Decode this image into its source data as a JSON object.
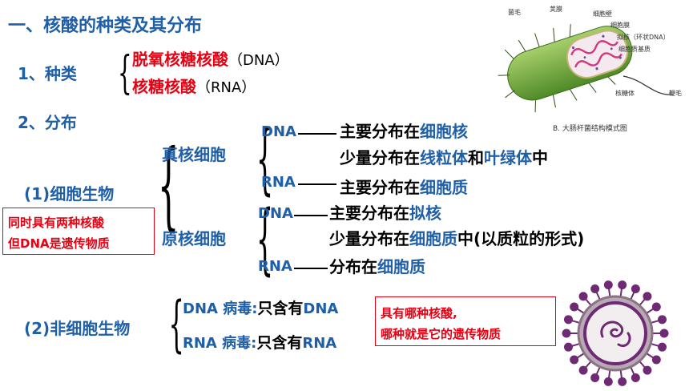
{
  "heading": "一、核酸的种类及其分布",
  "kinds": {
    "label": "1、种类",
    "dna_cn": "脱氧核糖核酸",
    "dna_abbr": "（DNA）",
    "rna_cn": "核糖核酸",
    "rna_abbr": "（RNA）"
  },
  "distribution": {
    "label": "2、分布",
    "cellular": "(1)细胞生物",
    "eukaryote": {
      "label": "真核细胞",
      "dna": "DNA",
      "dna_main_pre": "主要分布在",
      "dna_main_loc": "细胞核",
      "dna_minor_pre": "少量分布在",
      "dna_minor_loc1": "线粒体",
      "dna_minor_and": "和",
      "dna_minor_loc2": "叶绿体",
      "dna_minor_post": "中",
      "rna": "RNA",
      "rna_main_pre": "主要分布在",
      "rna_main_loc": "细胞质"
    },
    "prokaryote": {
      "label": "原核细胞",
      "dna": "DNA",
      "dna_main_pre": "主要分布在",
      "dna_main_loc": "拟核",
      "dna_minor_pre": "少量分布在",
      "dna_minor_loc": "细胞质",
      "dna_minor_post": "中(以质粒的形式)",
      "rna": "RNA",
      "rna_pre": "分布在",
      "rna_loc": "细胞质"
    },
    "note_cellular": [
      "同时具有两种核酸",
      "但DNA是遗传物质"
    ],
    "noncellular": "(2)非细胞生物",
    "dna_virus": "DNA 病毒:",
    "dna_virus_desc_pre": "只含有",
    "dna_virus_desc_val": "DNA",
    "rna_virus": "RNA 病毒:",
    "rna_virus_desc_pre": "只含有",
    "rna_virus_desc_val": "RNA",
    "note_virus": [
      "具有哪种核酸,",
      "哪种就是它的遗传物质"
    ]
  },
  "bacteria_figure": {
    "labels": [
      "菌毛",
      "荚膜",
      "细胞壁",
      "细胞膜",
      "拟核（环状DNA）",
      "细胞质基质",
      "核糖体",
      "鞭毛"
    ],
    "caption": "B. 大肠杆菌结构模式图"
  },
  "colors": {
    "blue": "#1f5fa8",
    "red": "#e60012",
    "bacteria_green": "#7fb13f",
    "virus_purple": "#6e2a73"
  },
  "icons": [
    "bacteria-illustration",
    "virus-illustration"
  ]
}
